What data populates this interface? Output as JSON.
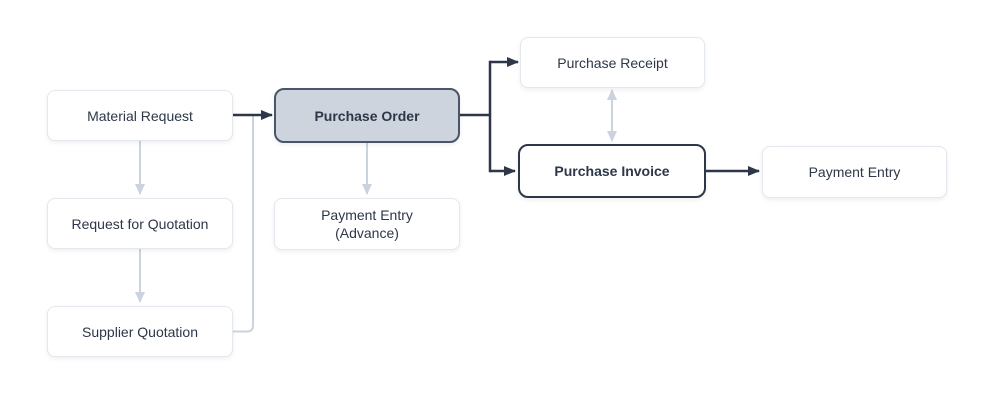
{
  "colors": {
    "background": "#ffffff",
    "dark_line": "#2d3748",
    "light_line": "#cbd4de",
    "node_border": "#e3e8ee",
    "node_fill": "#ffffff",
    "highlight_fill": "#cdd4dd",
    "highlight_border": "#4a5568",
    "text": "#2d3748"
  },
  "diagram": {
    "nodes": [
      {
        "id": "material-request",
        "label": "Material Request",
        "style": "default"
      },
      {
        "id": "request-for-quotation",
        "label": "Request for Quotation",
        "style": "default"
      },
      {
        "id": "supplier-quotation",
        "label": "Supplier Quotation",
        "style": "default"
      },
      {
        "id": "purchase-order",
        "label": "Purchase Order",
        "style": "highlighted"
      },
      {
        "id": "payment-entry-advance",
        "label": "Payment Entry",
        "sublabel": "(Advance)",
        "style": "default"
      },
      {
        "id": "purchase-receipt",
        "label": "Purchase Receipt",
        "style": "default"
      },
      {
        "id": "purchase-invoice",
        "label": "Purchase Invoice",
        "style": "strong-border"
      },
      {
        "id": "payment-entry",
        "label": "Payment Entry",
        "style": "default"
      }
    ],
    "edges": [
      {
        "from": "material-request",
        "to": "purchase-order",
        "style": "dark",
        "arrow": "end"
      },
      {
        "from": "material-request",
        "to": "request-for-quotation",
        "style": "light",
        "arrow": "end"
      },
      {
        "from": "request-for-quotation",
        "to": "supplier-quotation",
        "style": "light",
        "arrow": "end"
      },
      {
        "from": "supplier-quotation",
        "to": "material-request-purchase-order-link",
        "style": "light",
        "arrow": "none"
      },
      {
        "from": "purchase-order",
        "to": "payment-entry-advance",
        "style": "light",
        "arrow": "end"
      },
      {
        "from": "purchase-order",
        "to": "purchase-receipt",
        "style": "dark",
        "arrow": "end"
      },
      {
        "from": "purchase-order",
        "to": "purchase-invoice",
        "style": "dark",
        "arrow": "end"
      },
      {
        "from": "purchase-receipt",
        "to": "purchase-invoice",
        "style": "light",
        "arrow": "both"
      },
      {
        "from": "purchase-invoice",
        "to": "payment-entry",
        "style": "dark",
        "arrow": "end"
      }
    ]
  }
}
